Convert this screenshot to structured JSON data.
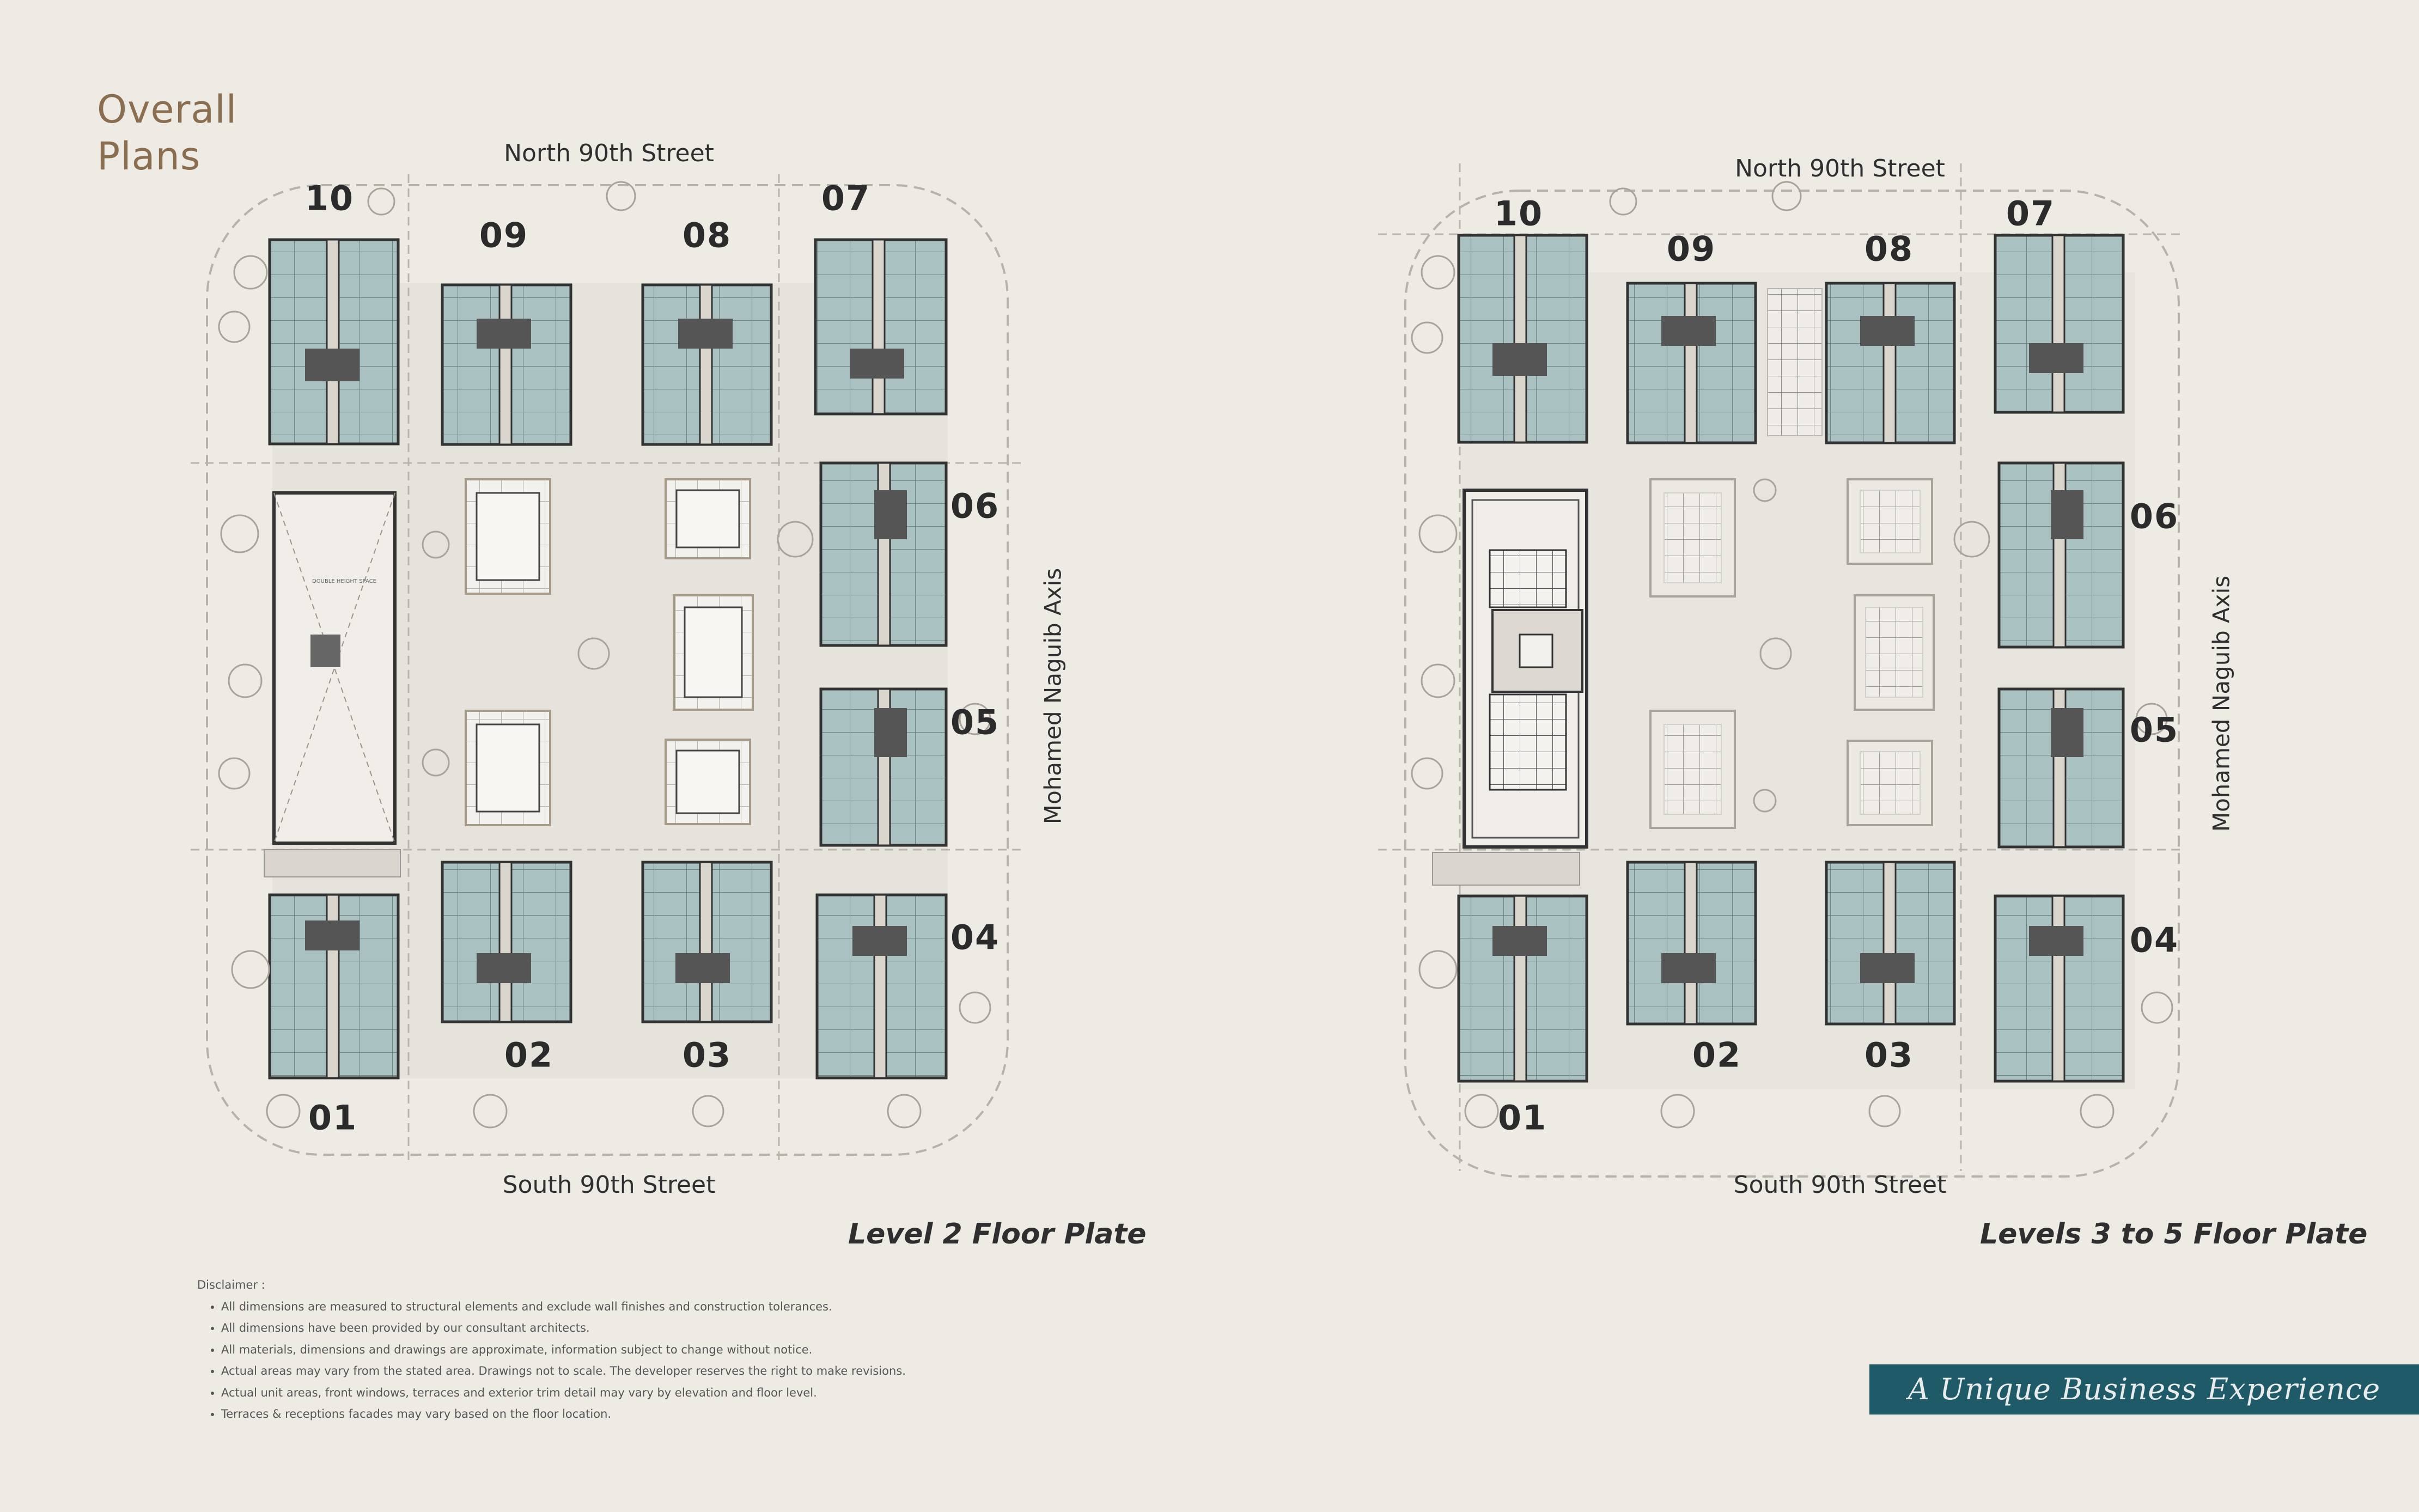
{
  "page": {
    "title_line1": "Overall",
    "title_line2": "Plans"
  },
  "plans": [
    {
      "north_street": "North 90th Street",
      "south_street": "South 90th Street",
      "east_axis": "Mohamed Naguib Axis",
      "caption": "Level 2 Floor Plate",
      "atrium_label": "DOUBLE HEIGHT SPACE",
      "buildings": [
        "01",
        "02",
        "03",
        "04",
        "05",
        "06",
        "07",
        "08",
        "09",
        "10"
      ]
    },
    {
      "north_street": "North 90th Street",
      "south_street": "South 90th Street",
      "east_axis": "Mohamed Naguib Axis",
      "caption": "Levels 3 to 5 Floor Plate",
      "buildings": [
        "01",
        "02",
        "03",
        "04",
        "05",
        "06",
        "07",
        "08",
        "09",
        "10"
      ]
    }
  ],
  "disclaimer": {
    "heading": "Disclaimer :",
    "items": [
      "All dimensions are measured to structural elements and exclude wall finishes and construction tolerances.",
      "All dimensions have been provided by our consultant architects.",
      "All materials, dimensions and drawings are approximate, information subject to change without notice.",
      "Actual areas may vary from the stated area. Drawings not to scale. The developer reserves the right to make revisions.",
      "Actual unit areas, front windows, terraces and exterior trim detail may vary by elevation and floor level.",
      "Terraces & receptions facades may vary based on the floor location."
    ]
  },
  "banner": {
    "text": "A Unique Business Experience"
  },
  "colors": {
    "background": "#eeeae4",
    "building_fill": "#a8c0c0",
    "title_color": "#8a6e4f",
    "banner_bg": "#1f5a69"
  }
}
